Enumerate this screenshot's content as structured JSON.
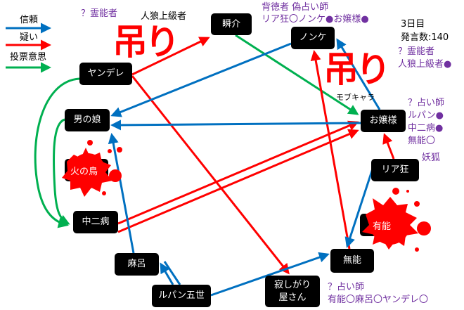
{
  "legend": [
    {
      "label": "信頼",
      "color": "#0070c0"
    },
    {
      "label": "疑い",
      "color": "#ff0000"
    },
    {
      "label": "投票意思",
      "color": "#00b050"
    }
  ],
  "hanged_label": "吊り",
  "status": {
    "day": "3日目",
    "posts": "発言数:140"
  },
  "nodes": {
    "shunsuke": "瞬介",
    "nonke": "ノンケ",
    "yandere": "ヤンデレ",
    "otokonoko": "男の娘",
    "ojousama": "お嬢様",
    "riakyou": "リア狂",
    "hinotori": "火の鳥",
    "yuunou": "有能",
    "chuunibyou": "中二病",
    "maro": "麻呂",
    "munou": "無能",
    "lupin": "ルパン五世",
    "sabishigari_1": "寂しがり",
    "sabishigari_2": "屋さん"
  },
  "notes": {
    "yandere_claim_1": "？霊能者",
    "yandere_claim_2": "人狼上級者",
    "nonke_claim_1": "背徳者 偽占い師",
    "nonke_claim_2": "リア狂〇ノンケ●お嬢様●",
    "mob_claim_1": "？霊能者",
    "mob_claim_2": "人狼上級者●",
    "mob_label": "モブキャラ",
    "ojou_claim_1": "？占い師",
    "ojou_claim_2": "ルパン●",
    "ojou_claim_3": "中二病●",
    "ojou_claim_4": "無能〇",
    "riakyou_claim": "妖狐",
    "sabi_claim_1": "？占い師",
    "sabi_claim_2": "有能〇麻呂〇ヤンデレ〇"
  },
  "colors": {
    "trust": "#0070c0",
    "doubt": "#ff0000",
    "vote": "#00b050",
    "claim": "#7030a0"
  }
}
